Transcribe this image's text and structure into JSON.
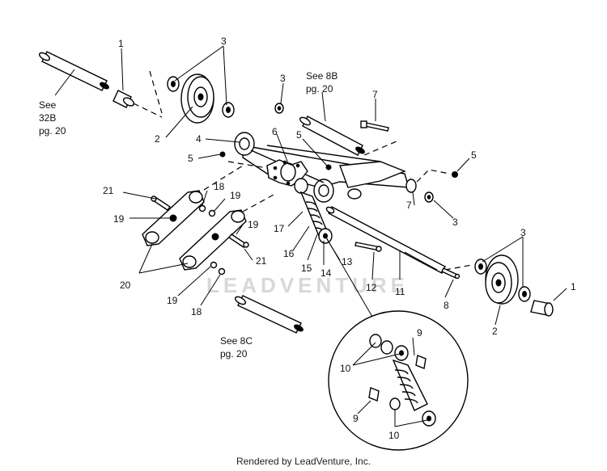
{
  "diagram": {
    "callouts": {
      "c1a": "1",
      "c1b": "1",
      "c2a": "2",
      "c2b": "2",
      "c3a": "3",
      "c3b": "3",
      "c3c": "3",
      "c3d": "3",
      "c4": "4",
      "c5a": "5",
      "c5b": "5",
      "c5c": "5",
      "c6": "6",
      "c7a": "7",
      "c7b": "7",
      "c8": "8",
      "c9a": "9",
      "c9b": "9",
      "c10a": "10",
      "c10b": "10",
      "c11": "11",
      "c12": "12",
      "c13": "13",
      "c14": "14",
      "c15": "15",
      "c16": "16",
      "c17": "17",
      "c18a": "18",
      "c18b": "18",
      "c19a": "19",
      "c19b": "19",
      "c19c": "19",
      "c19d": "19",
      "c20": "20",
      "c21a": "21",
      "c21b": "21"
    },
    "references": {
      "ref_32b": [
        "See",
        "32B",
        "pg. 20"
      ],
      "ref_8b": [
        "See 8B",
        "pg. 20"
      ],
      "ref_8c": [
        "See 8C",
        "pg. 20"
      ]
    },
    "watermark": "LEADVENTURE"
  },
  "footer": "Rendered by LeadVenture, Inc."
}
